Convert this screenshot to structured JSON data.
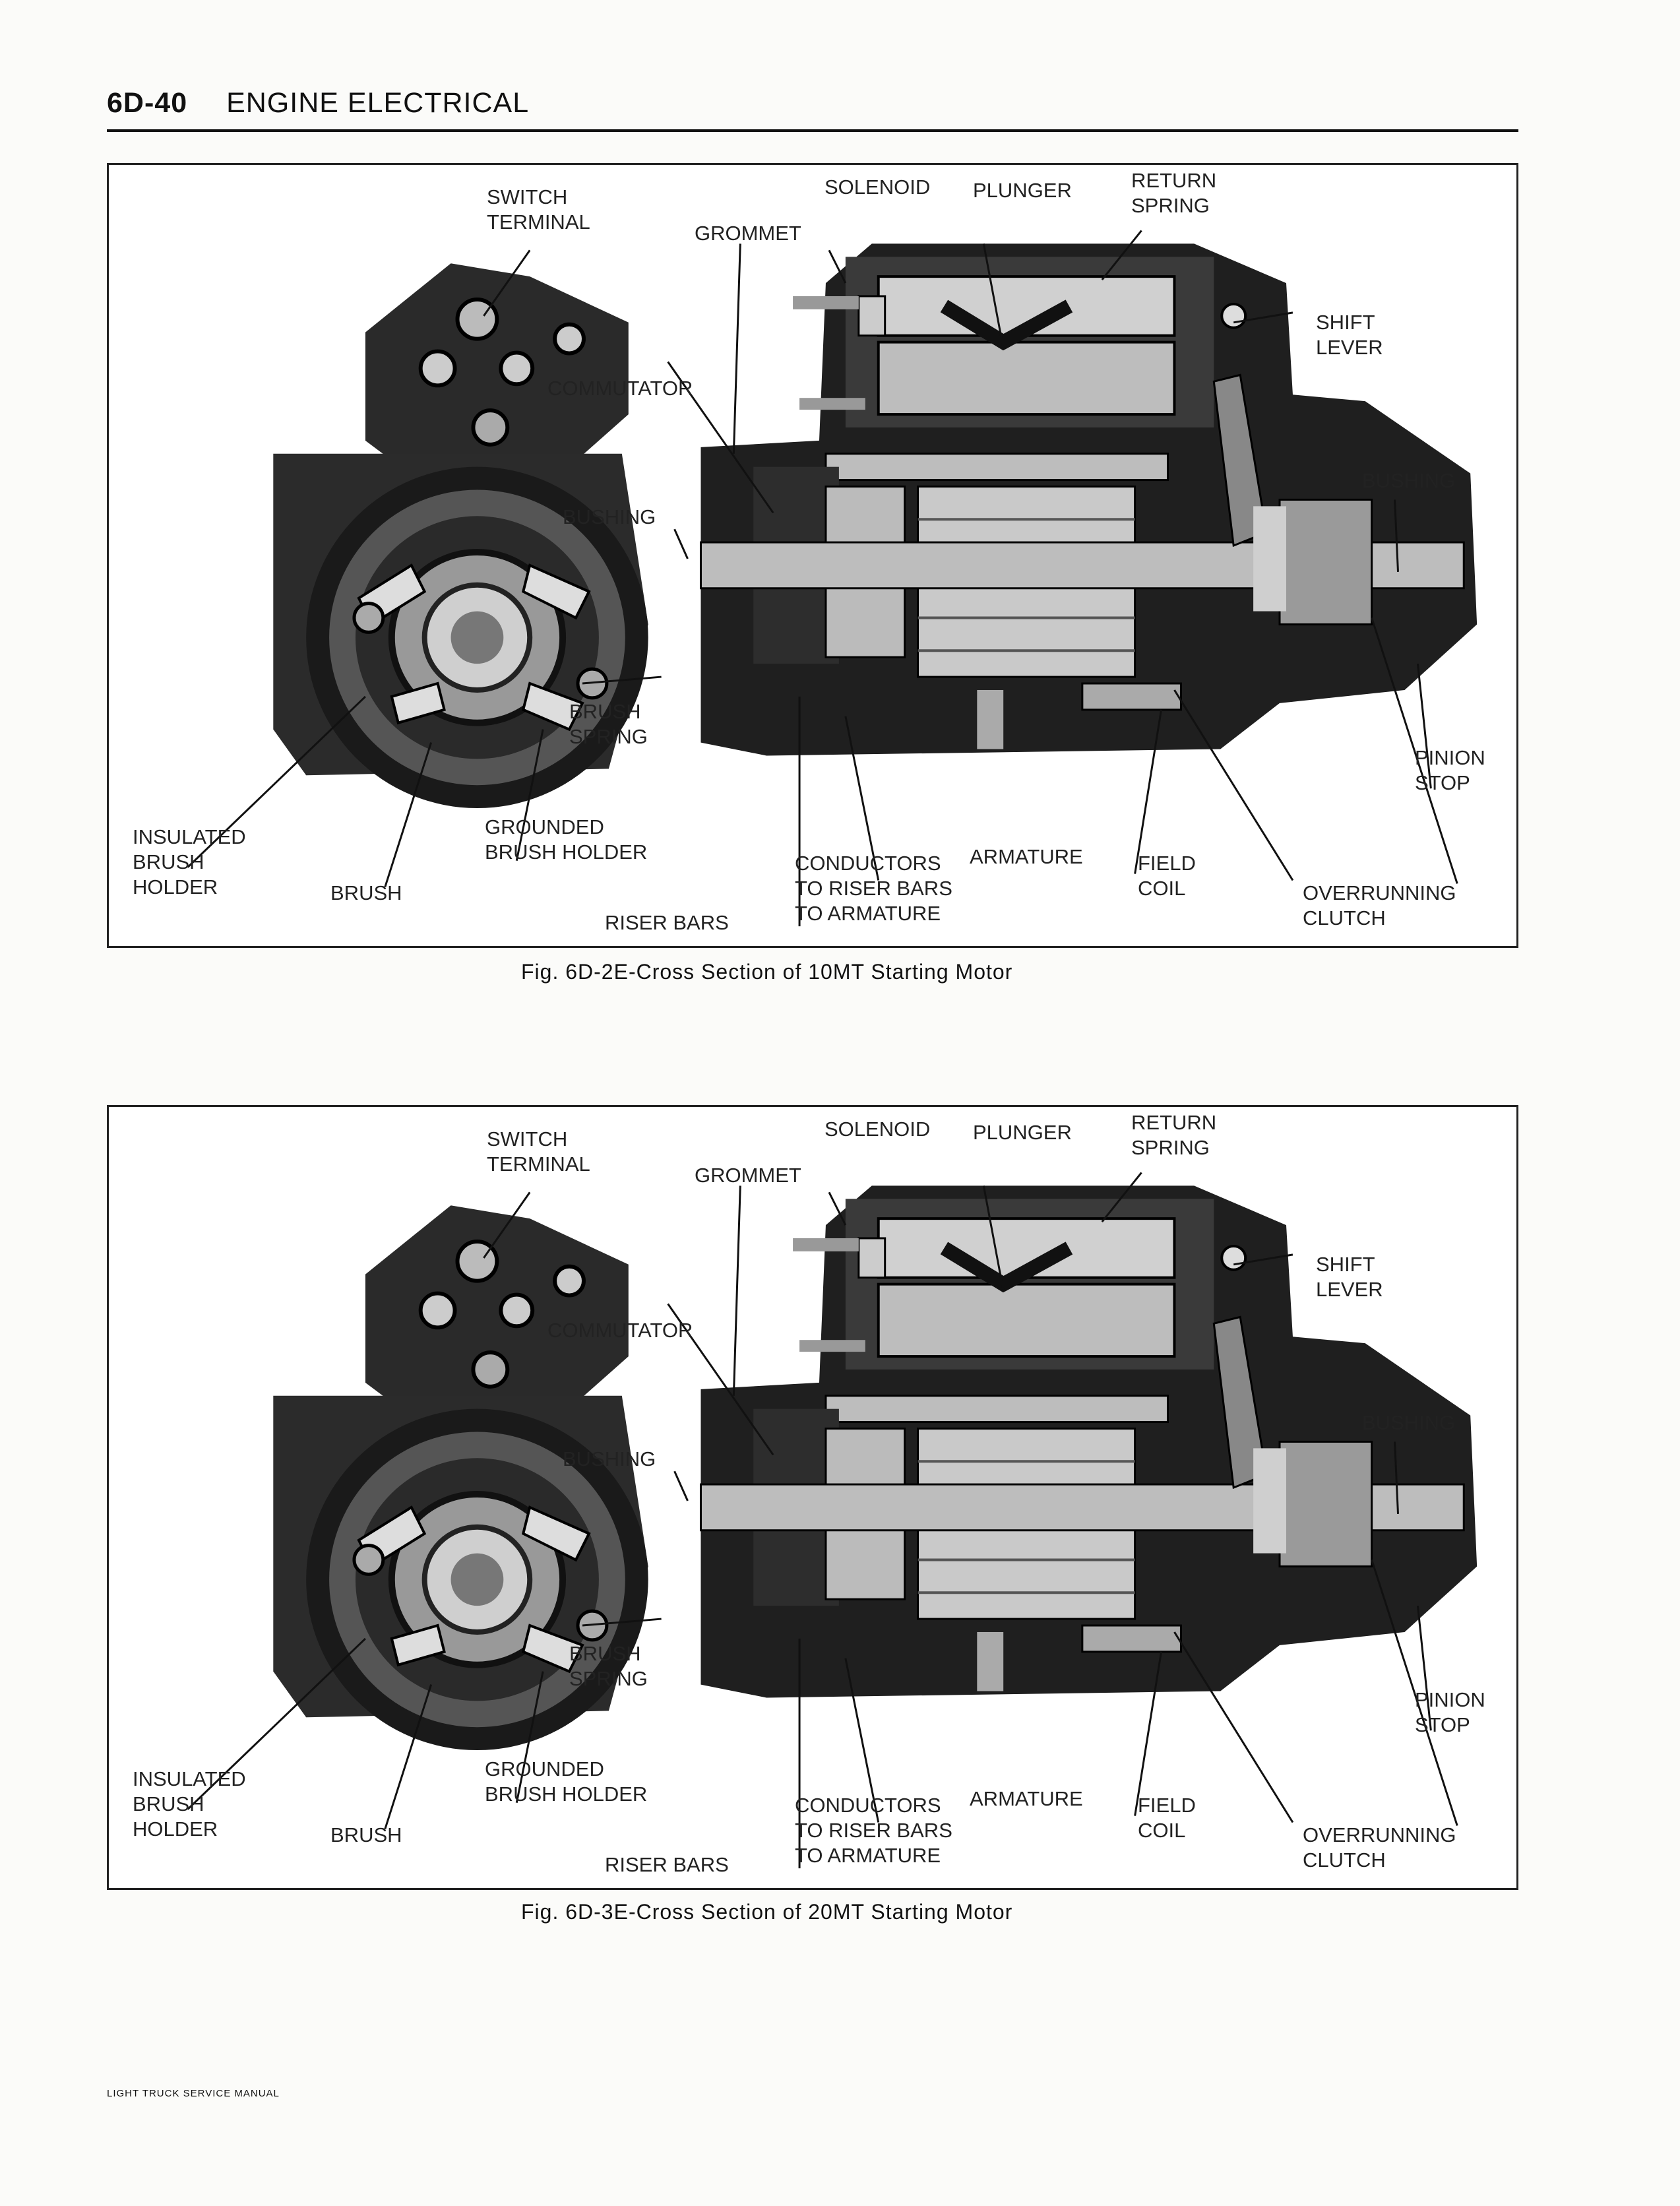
{
  "header": {
    "page_number": "6D-40",
    "section_title": "ENGINE ELECTRICAL"
  },
  "figures": [
    {
      "caption": "Fig. 6D-2E-Cross Section of 10MT Starting Motor",
      "labels": {
        "switch_terminal": "SWITCH\nTERMINAL",
        "solenoid": "SOLENOID",
        "plunger": "PLUNGER",
        "return_spring": "RETURN\nSPRING",
        "grommet": "GROMMET",
        "shift_lever": "SHIFT\nLEVER",
        "commutator": "COMMUTATOR",
        "bushing_left": "BUSHING",
        "bushing_right": "BUSHING",
        "brush_spring": "BRUSH\nSPRING",
        "pinion_stop": "PINION\nSTOP",
        "insulated_brush_holder": "INSULATED\nBRUSH\nHOLDER",
        "brush": "BRUSH",
        "grounded_brush_holder": "GROUNDED\nBRUSH HOLDER",
        "conductors": "CONDUCTORS\nTO RISER BARS\nTO ARMATURE",
        "armature": "ARMATURE",
        "field_coil": "FIELD\nCOIL",
        "overrunning_clutch": "OVERRUNNING\nCLUTCH",
        "riser_bars": "RISER BARS"
      }
    },
    {
      "caption": "Fig. 6D-3E-Cross Section of 20MT Starting Motor",
      "labels": {
        "switch_terminal": "SWITCH\nTERMINAL",
        "solenoid": "SOLENOID",
        "plunger": "PLUNGER",
        "return_spring": "RETURN\nSPRING",
        "grommet": "GROMMET",
        "shift_lever": "SHIFT\nLEVER",
        "commutator": "COMMUTATOR",
        "bushing_left": "BUSHING",
        "bushing_right": "BUSHING",
        "brush_spring": "BRUSH\nSPRING",
        "pinion_stop": "PINION\nSTOP",
        "insulated_brush_holder": "INSULATED\nBRUSH\nHOLDER",
        "brush": "BRUSH",
        "grounded_brush_holder": "GROUNDED\nBRUSH HOLDER",
        "conductors": "CONDUCTORS\nTO RISER BARS\nTO ARMATURE",
        "armature": "ARMATURE",
        "field_coil": "FIELD\nCOIL",
        "overrunning_clutch": "OVERRUNNING\nCLUTCH",
        "riser_bars": "RISER BARS"
      }
    }
  ],
  "footer": "LIGHT TRUCK SERVICE MANUAL"
}
